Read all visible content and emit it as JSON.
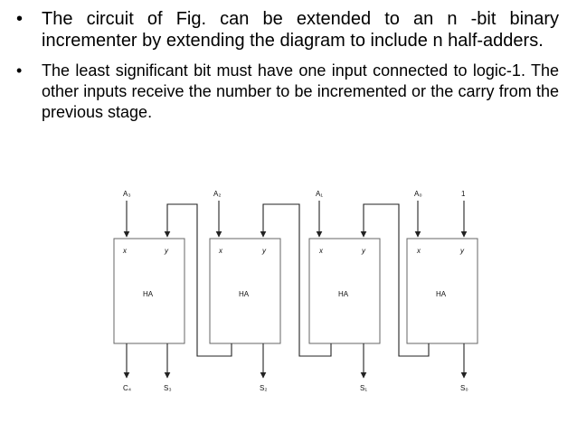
{
  "bullets": [
    "The circuit of Fig.  can be extended to an n -bit binary incrementer by extending the diagram to include n half-adders.",
    "The least significant bit must have one input connected to logic-1. The other inputs receive the number to be incremented or the carry from the previous stage."
  ],
  "diagram": {
    "inputs": [
      "A₃",
      "A₂",
      "A₁",
      "A₀",
      "1"
    ],
    "port_x": "x",
    "port_y": "y",
    "block_label": "HA",
    "outputs": [
      "C₄",
      "S₃",
      "S₂",
      "S₁",
      "S₀"
    ]
  }
}
